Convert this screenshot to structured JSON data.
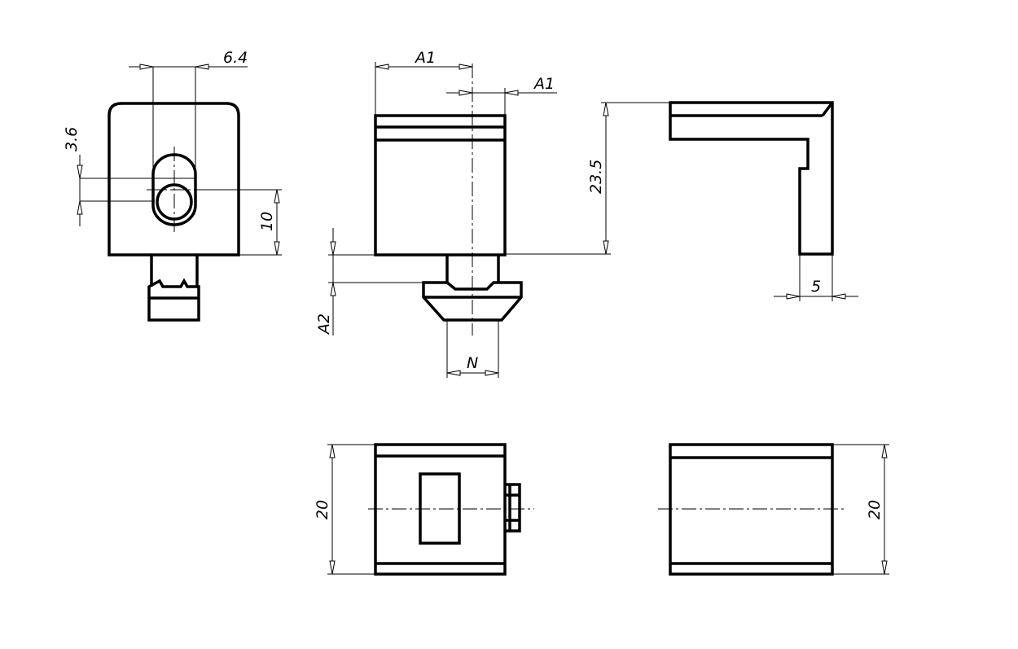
{
  "dimensions": {
    "slot_width": "6.4",
    "slot_offset": "3.6",
    "hole_height": "10",
    "width_top": "A1",
    "width_offset": "A1",
    "height_total": "23.5",
    "lower_gap": "A2",
    "neck_width": "N",
    "wall_thickness": "5",
    "depth_bottom_left": "20",
    "depth_bottom_right": "20"
  }
}
